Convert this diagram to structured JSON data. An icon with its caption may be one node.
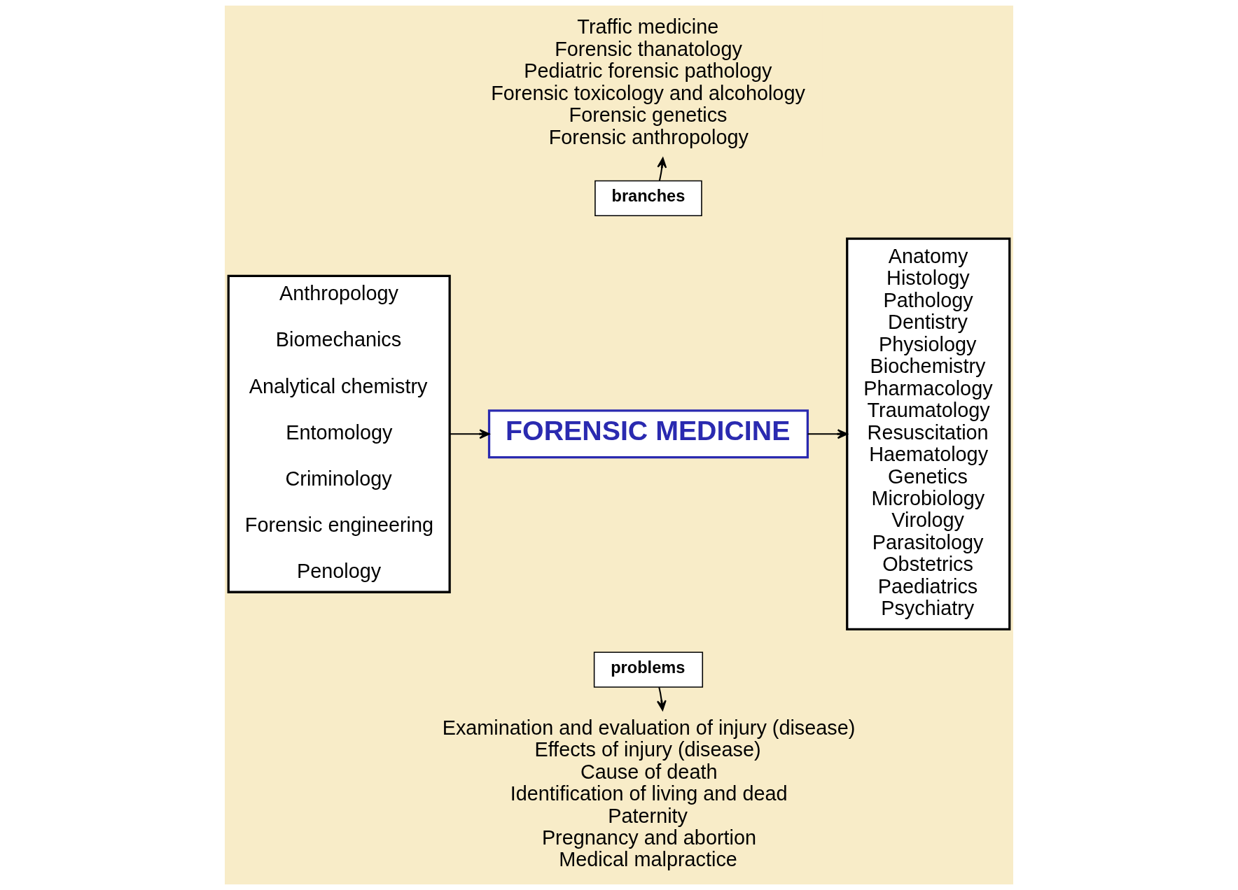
{
  "diagram": {
    "nodes": [
      {
        "text": [
          "Anthropology",
          "Biomechanics",
          "Analytical chemistry",
          "Entomology",
          "Criminology",
          "Forensic engineering",
          "Penology"
        ]
      },
      {
        "text": [
          "FORENSIC MEDICINE"
        ]
      },
      {
        "text": [
          "branches"
        ]
      },
      {
        "text": [
          "problems"
        ]
      },
      {
        "text": [
          "Traffic medicine",
          "Forensic thanatology",
          "Pediatric forensic pathology",
          "Forensic toxicology and alcohology",
          "Forensic genetics",
          "Forensic anthropology"
        ]
      },
      {
        "text": [
          "Examination and evaluation of injury (disease)",
          "Effects of injury (disease)",
          "Cause of death",
          "Identification of living and dead",
          "Paternity",
          "Pregnancy and abortion",
          "Medical malpractice"
        ]
      },
      {
        "text": [
          "Anatomy",
          "Histology",
          "Pathology",
          "Dentistry",
          "Physiology",
          "Biochemistry",
          "Pharmacology",
          "Traumatology",
          "Resuscitation",
          "Haematology",
          "Genetics",
          "Microbiology",
          "Virology",
          "Parasitology",
          "Obstetrics",
          "Paediatrics",
          "Psychiatry"
        ]
      }
    ],
    "edges": [
      {
        "from": 0,
        "to": 1,
        "arrow": "to"
      },
      {
        "from": 1,
        "to": 6,
        "arrow": "to"
      },
      {
        "from": 2,
        "to": 4,
        "arrow": "to"
      },
      {
        "from": 3,
        "to": 5,
        "arrow": "to"
      }
    ]
  }
}
